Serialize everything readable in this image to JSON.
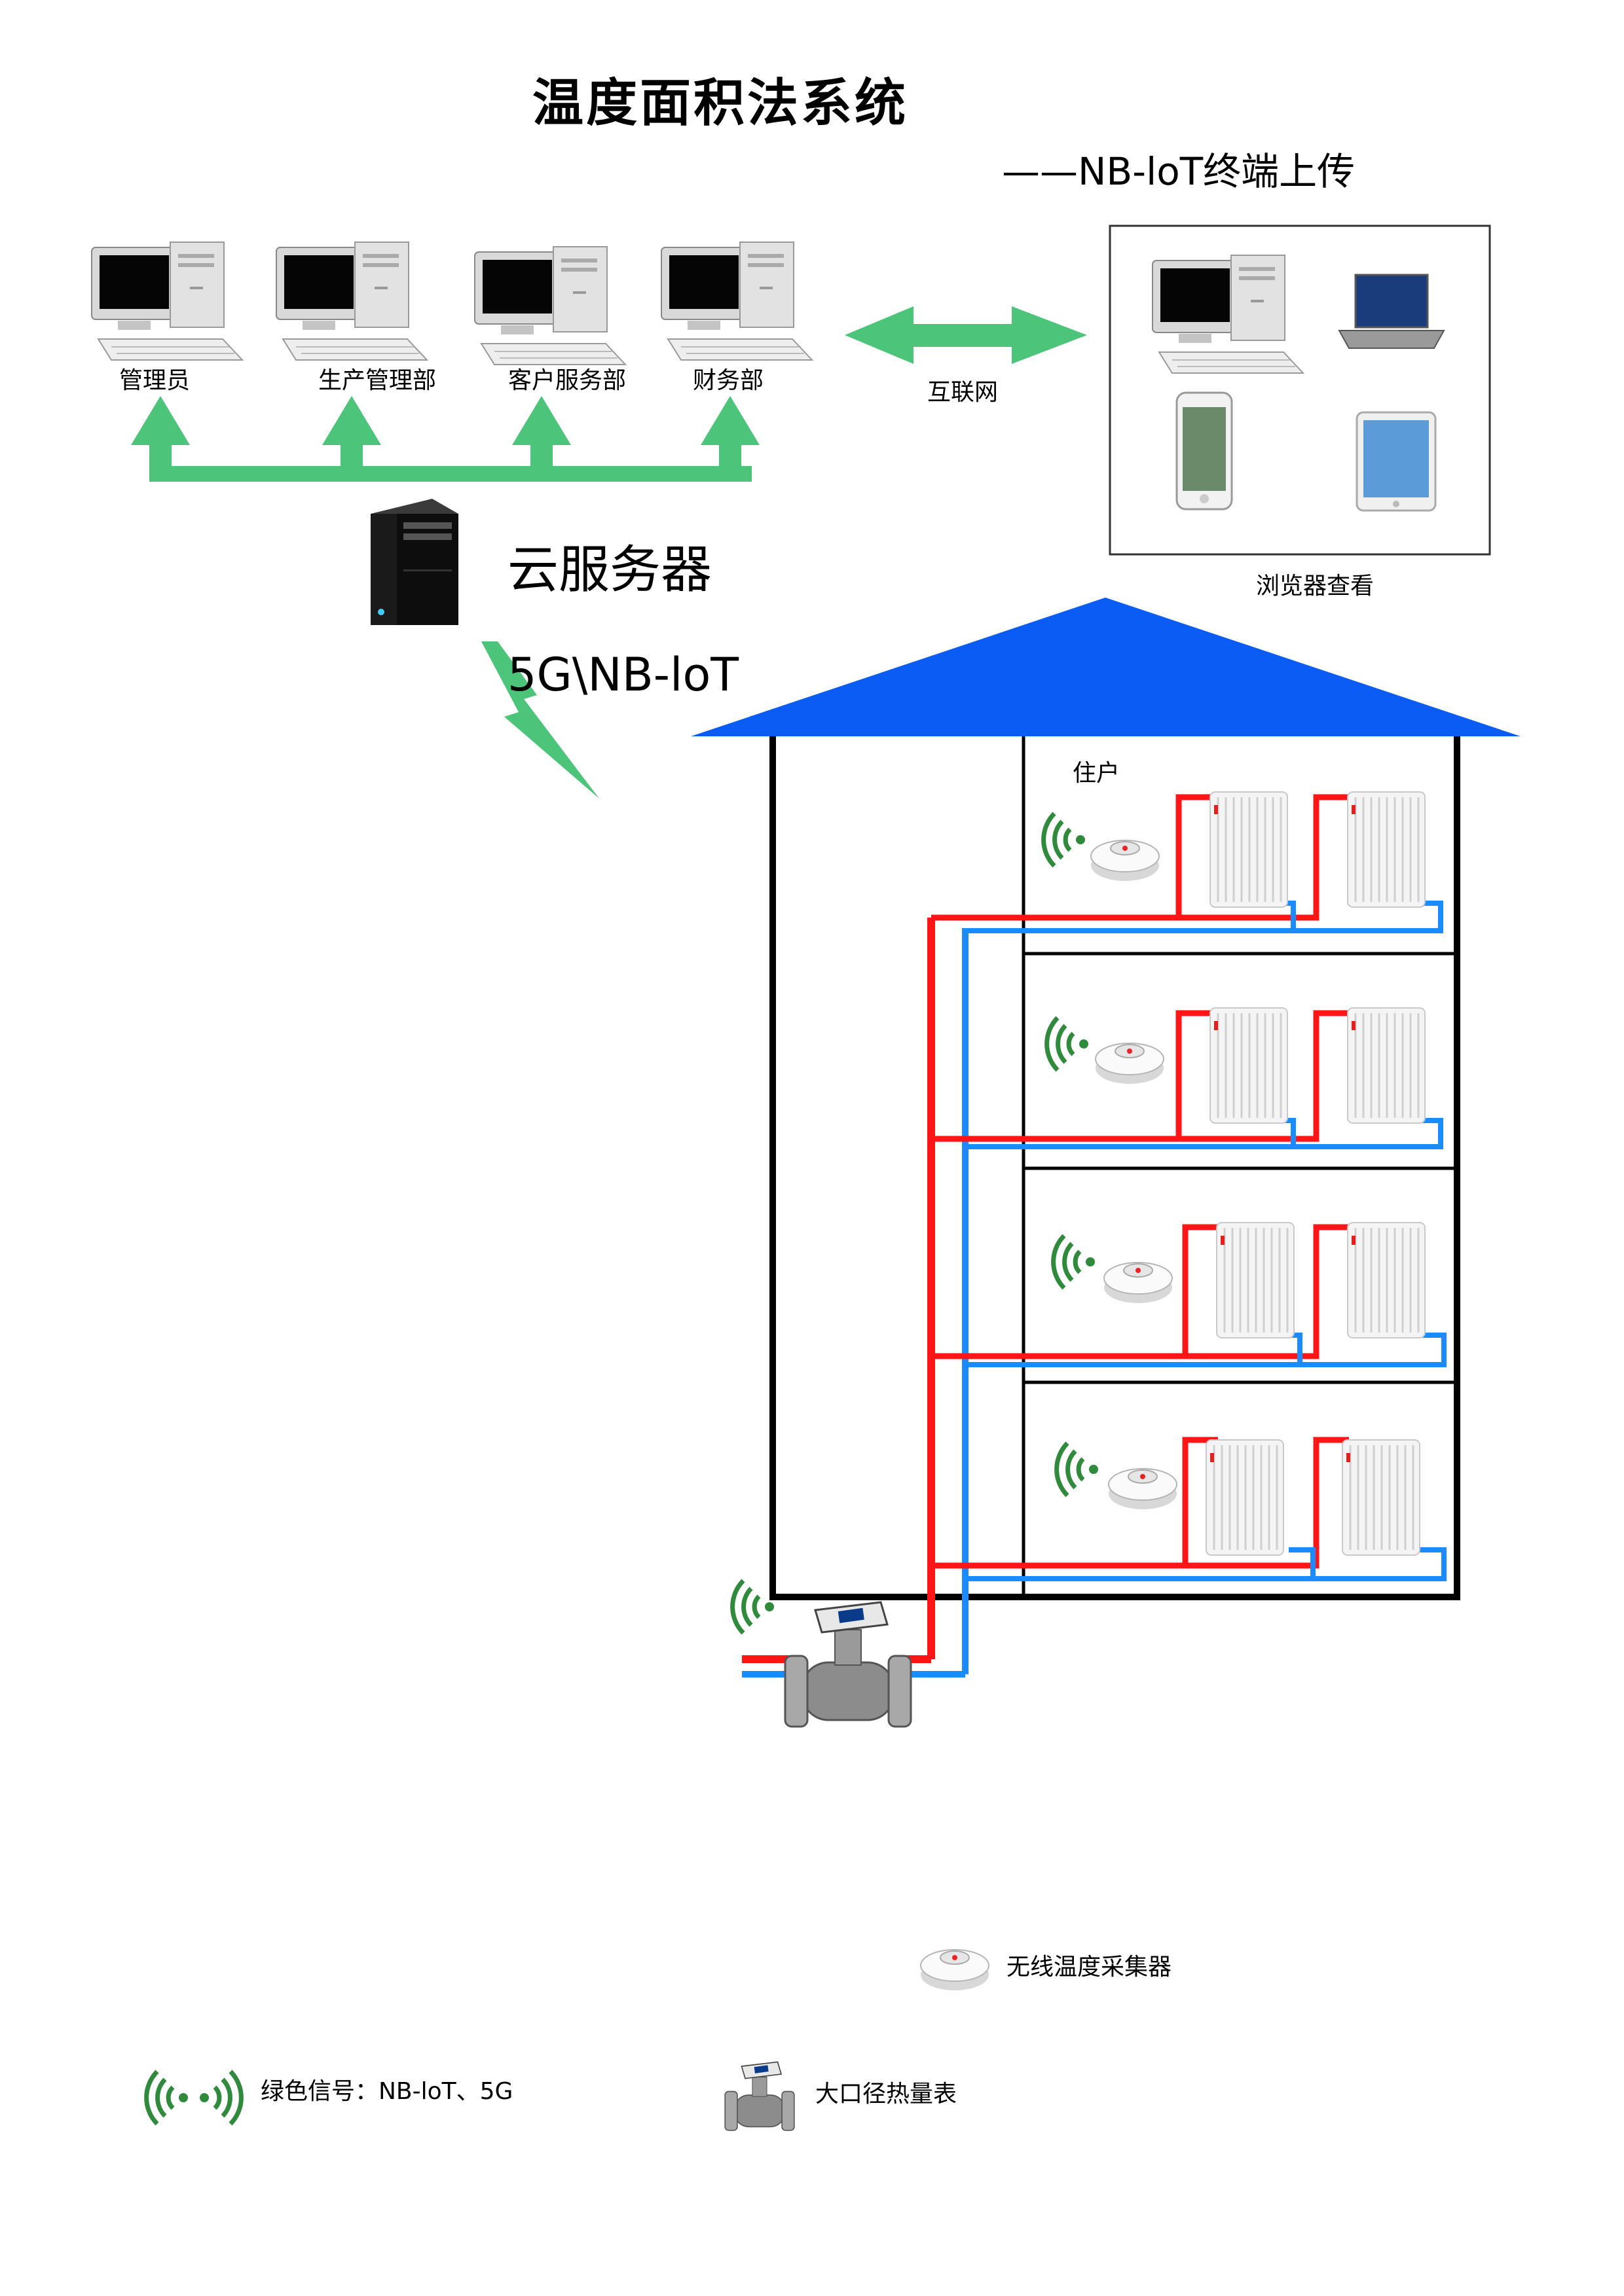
{
  "title": "温度面积法系统",
  "subtitle": "——NB-loT终端上传",
  "departments": [
    "管理员",
    "生产管理部",
    "客户服务部",
    "财务部"
  ],
  "internet_label": "互联网",
  "cloud_server_label": "云服务器",
  "browser_label": "浏览器查看",
  "network_label": "5G\\NB-loT",
  "resident_label": "住户",
  "legend": {
    "sensor": "无线温度采集器",
    "signal": "绿色信号：NB-loT、5G",
    "meter": "大口径热量表"
  },
  "colors": {
    "roof": "#0a5cf5",
    "arrow_green": "#4cc47a",
    "signal_green": "#2f8a3c",
    "supply_pipe": "#ff1515",
    "return_pipe": "#1a8cff"
  }
}
